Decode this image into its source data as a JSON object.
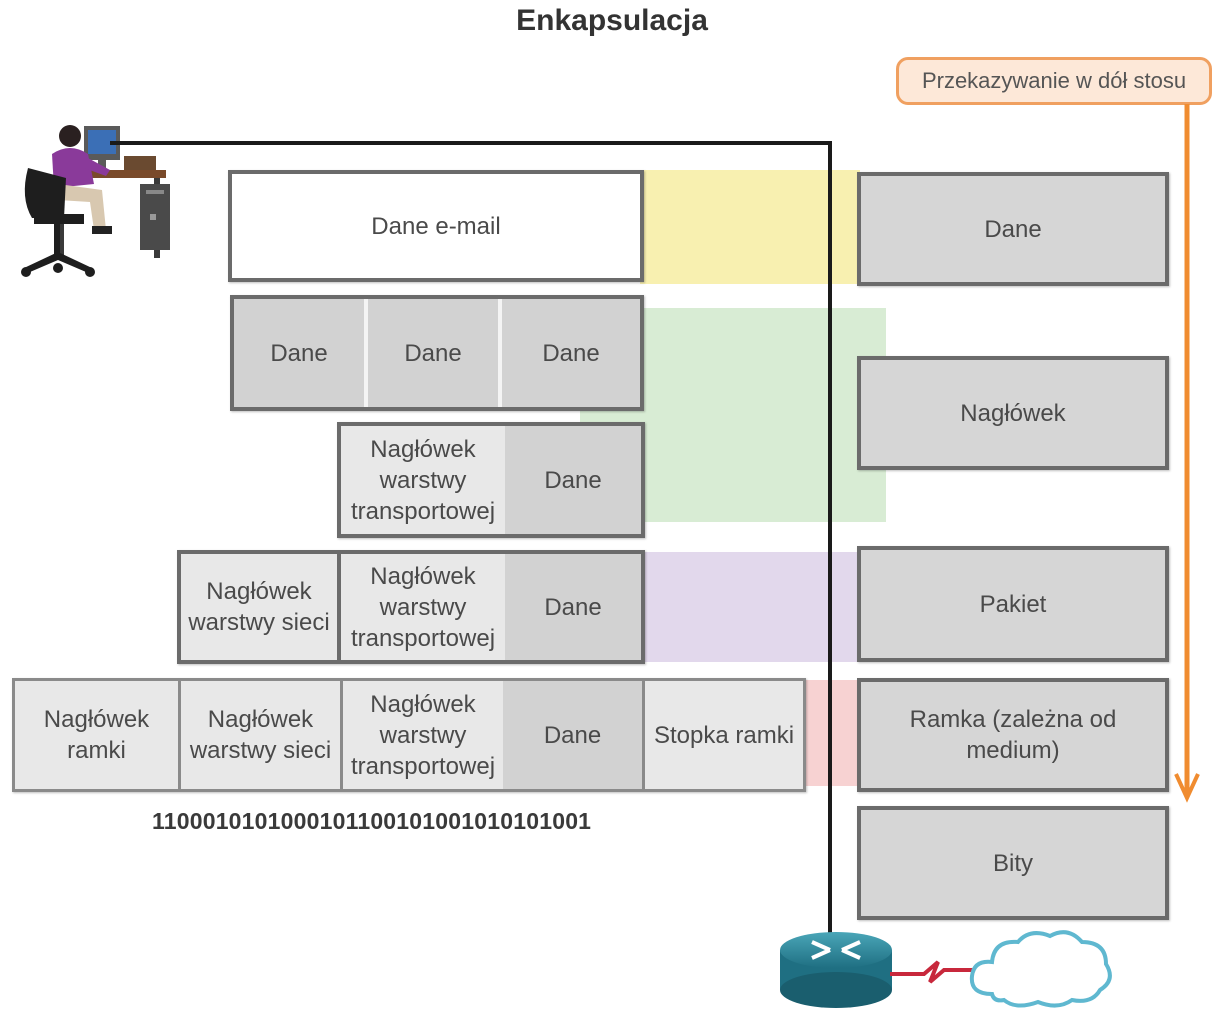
{
  "title": "Enkapsulacja",
  "direction_label": "Przekazywanie w dół stosu",
  "email_data": "Dane e-mail",
  "segments": [
    "Dane",
    "Dane",
    "Dane"
  ],
  "transport_header": "Nagłówek warstwy transportowej",
  "network_header": "Nagłówek warstwy sieci",
  "frame_header": "Nagłówek ramki",
  "data_label": "Dane",
  "frame_trailer": "Stopka ramki",
  "bits": "1100010101000101100101001010101001",
  "pdu_stack": [
    "Dane",
    "Nagłówek",
    "Pakiet",
    "Ramka (zależna od medium)",
    "Bity"
  ],
  "colors": {
    "yellow": "#f8f0b0",
    "green": "#d8ecd4",
    "purple": "#e2d8ec",
    "red": "#f7d2d2",
    "orange": "#f08c30"
  }
}
